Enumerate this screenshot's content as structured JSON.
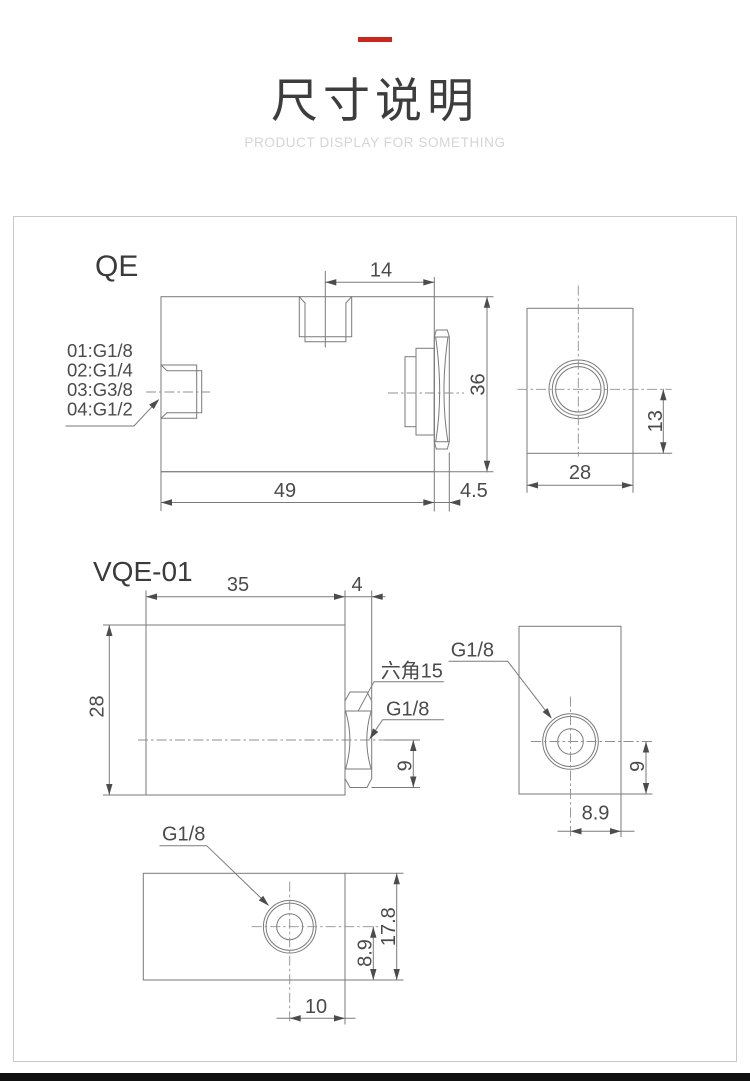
{
  "header": {
    "title": "尺寸说明",
    "subtitle": "PRODUCT DISPLAY FOR SOMETHING",
    "accent_color": "#c7271c"
  },
  "qe": {
    "label": "QE",
    "port_options": [
      "01:G1/8",
      "02:G1/4",
      "03:G3/8",
      "04:G1/2"
    ],
    "dim_top_port": "14",
    "dim_height": "36",
    "dim_length": "49",
    "dim_stud": "4.5",
    "dim_side_width": "28",
    "dim_port_offset": "13"
  },
  "vqe": {
    "label": "VQE-01",
    "dim_length": "35",
    "dim_hex_width": "4",
    "dim_height": "28",
    "hex_note": "六角15",
    "front_thread": "G1/8",
    "dim_front_port": "9",
    "side_thread": "G1/8",
    "dim_side_port": "9",
    "dim_side_offset": "8.9",
    "bottom_thread": "G1/8",
    "dim_bottom_offset": "8.9",
    "dim_bottom_depth": "17.8",
    "dim_bottom_width": "10"
  }
}
